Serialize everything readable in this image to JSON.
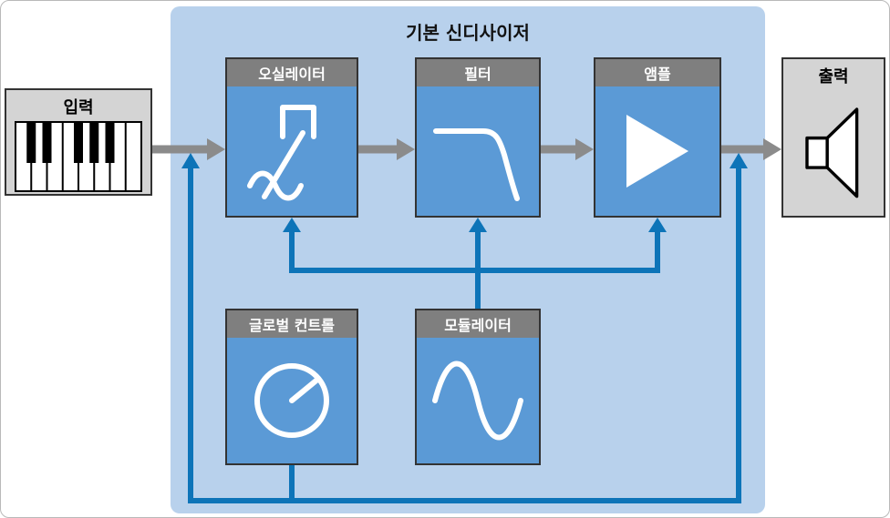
{
  "diagram": {
    "title": "기본 신디사이저",
    "nodes": {
      "input": {
        "label": "입력",
        "icon": "piano-keyboard-icon"
      },
      "oscillator": {
        "label": "오실레이터",
        "icon": "waveforms-icon"
      },
      "filter": {
        "label": "필터",
        "icon": "lowpass-curve-icon"
      },
      "amp": {
        "label": "앰플",
        "icon": "amplifier-triangle-icon"
      },
      "output": {
        "label": "출력",
        "icon": "speaker-icon"
      },
      "global_controls": {
        "label": "글로벌 컨트롤",
        "icon": "knob-icon"
      },
      "modulator": {
        "label": "모듈레이터",
        "icon": "sine-wave-icon"
      }
    },
    "connections": {
      "signal_flow": [
        "input → oscillator",
        "oscillator → filter",
        "filter → amp",
        "amp → output"
      ],
      "modulation": [
        "modulator → oscillator",
        "modulator → filter",
        "modulator → amp",
        "global_controls → input signal line",
        "global_controls → output signal line"
      ]
    },
    "colors": {
      "region_background": "#b8d1ec",
      "node_body": "#5b9ad6",
      "node_header": "#7f7f7f",
      "io_box_body": "#d4d4d4",
      "signal_arrow": "#8b8b8b",
      "modulation_arrow": "#0d74b8"
    }
  }
}
